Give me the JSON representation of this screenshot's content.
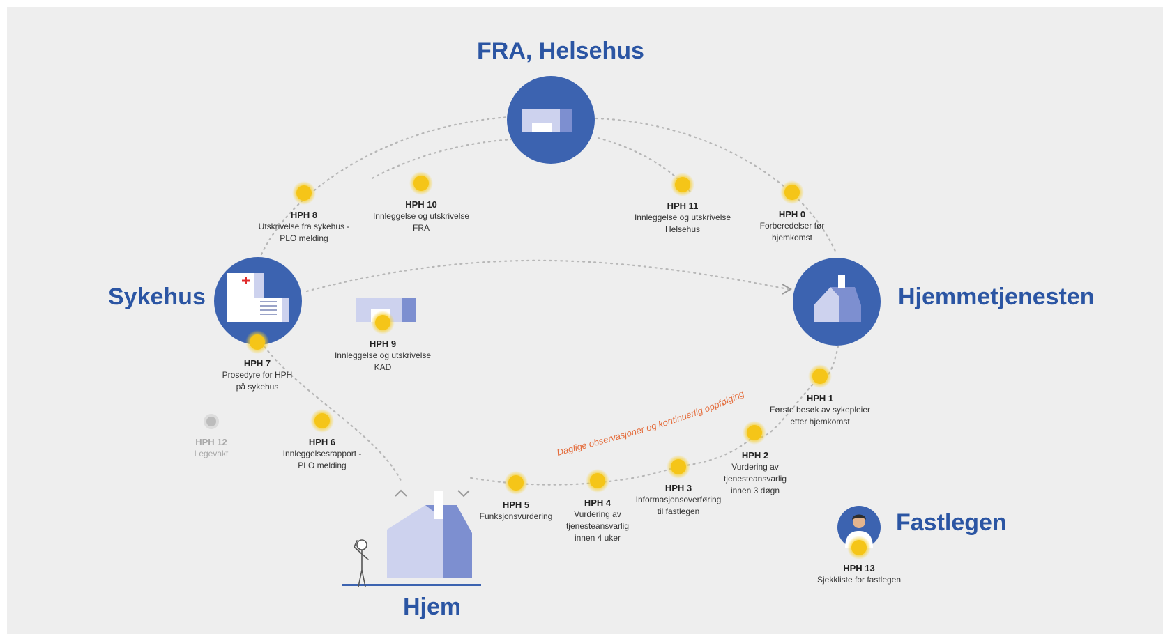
{
  "colors": {
    "background": "#eeeeee",
    "node_blue": "#3c63b0",
    "light_lavender": "#cdd2ee",
    "mid_blue": "#7d8fd0",
    "title_blue": "#2b55a3",
    "point_yellow": "#f5c518",
    "annotation_orange": "#e46b3a",
    "inactive_grey": "#bcbcbc"
  },
  "nodes": {
    "fra_helsehus": {
      "title": "FRA, Helsehus",
      "icon": "building-icon"
    },
    "sykehus": {
      "title": "Sykehus",
      "icon": "hospital-icon"
    },
    "hjemmetjenesten": {
      "title": "Hjemmetjenesten",
      "icon": "house-icon"
    },
    "hjem": {
      "title": "Hjem",
      "icon": "large-house-icon"
    },
    "fastlegen": {
      "title": "Fastlegen",
      "icon": "doctor-icon"
    }
  },
  "annotation": "Daglige observasjoner og kontinuerlig oppfølging",
  "points": [
    {
      "code": "HPH 0",
      "lines": [
        "Forberedelser før",
        "hjemkomst"
      ]
    },
    {
      "code": "HPH 1",
      "lines": [
        "Første besøk av sykepleier",
        "etter hjemkomst"
      ]
    },
    {
      "code": "HPH 2",
      "lines": [
        "Vurdering av",
        "tjenesteansvarlig",
        "innen 3 døgn"
      ]
    },
    {
      "code": "HPH 3",
      "lines": [
        "Informasjonsoverføring",
        "til fastlegen"
      ]
    },
    {
      "code": "HPH 4",
      "lines": [
        "Vurdering av",
        "tjenesteansvarlig",
        "innen 4 uker"
      ]
    },
    {
      "code": "HPH 5",
      "lines": [
        "Funksjonsvurdering"
      ]
    },
    {
      "code": "HPH 6",
      "lines": [
        "Innleggelsesrapport -",
        "PLO melding"
      ]
    },
    {
      "code": "HPH 7",
      "lines": [
        "Prosedyre for HPH",
        "på sykehus"
      ]
    },
    {
      "code": "HPH 8",
      "lines": [
        "Utskrivelse fra sykehus -",
        "PLO melding"
      ]
    },
    {
      "code": "HPH 9",
      "lines": [
        "Innleggelse og utskrivelse",
        "KAD"
      ]
    },
    {
      "code": "HPH 10",
      "lines": [
        "Innleggelse og utskrivelse",
        "FRA"
      ]
    },
    {
      "code": "HPH 11",
      "lines": [
        "Innleggelse og utskrivelse",
        "Helsehus"
      ]
    },
    {
      "code": "HPH 12",
      "lines": [
        "Legevakt"
      ],
      "inactive": true
    },
    {
      "code": "HPH 13",
      "lines": [
        "Sjekkliste for fastlegen"
      ]
    }
  ]
}
